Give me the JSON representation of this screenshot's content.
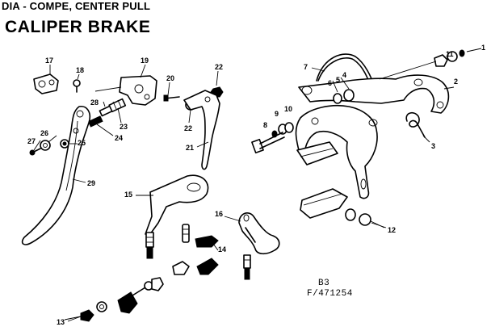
{
  "header": {
    "subtitle": "DIA - COMPE, CENTER PULL",
    "title": "CALIPER BRAKE"
  },
  "footer": {
    "group": "B3",
    "figure": "F/471254"
  },
  "callouts": [
    {
      "num": "1",
      "part": "nut-1-icon"
    },
    {
      "num": "2",
      "part": "caliper-arm-front-icon"
    },
    {
      "num": "3",
      "part": "spring-clip-icon"
    },
    {
      "num": "4",
      "part": "spacer-4-icon"
    },
    {
      "num": "5",
      "part": "washer-5-icon"
    },
    {
      "num": "6",
      "part": "washer-6-icon"
    },
    {
      "num": "7",
      "part": "straddle-cable-icon"
    },
    {
      "num": "8",
      "part": "pivot-bolt-icon"
    },
    {
      "num": "9",
      "part": "nut-9-icon"
    },
    {
      "num": "10",
      "part": "washer-10-icon"
    },
    {
      "num": "11",
      "part": "nut-11-icon"
    },
    {
      "num": "12",
      "part": "nut-12-icon"
    },
    {
      "num": "13",
      "part": "clamp-assembly-icon"
    },
    {
      "num": "14",
      "part": "anchor-parts-icon"
    },
    {
      "num": "15",
      "part": "cable-hanger-icon"
    },
    {
      "num": "16",
      "part": "yoke-icon"
    },
    {
      "num": "17",
      "part": "clamp-17-icon"
    },
    {
      "num": "18",
      "part": "screw-18-icon"
    },
    {
      "num": "19",
      "part": "lever-body-icon"
    },
    {
      "num": "20",
      "part": "adjuster-20-icon"
    },
    {
      "num": "21",
      "part": "short-lever-icon"
    },
    {
      "num": "22",
      "part": "nut-22-icon"
    },
    {
      "num": "23",
      "part": "barrel-adjuster-icon"
    },
    {
      "num": "24",
      "part": "spring-24-icon"
    },
    {
      "num": "25",
      "part": "pivot-25-icon"
    },
    {
      "num": "26",
      "part": "washer-26-icon"
    },
    {
      "num": "27",
      "part": "screw-27-icon"
    },
    {
      "num": "28",
      "part": "bushing-28-icon"
    },
    {
      "num": "29",
      "part": "long-lever-icon"
    }
  ]
}
